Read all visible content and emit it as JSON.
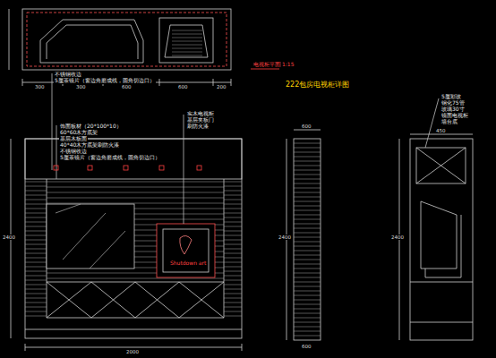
{
  "diagram": {
    "title": "222包房电视柜详图",
    "labels": [
      "电视柜平面图",
      "1:15",
      "不锈钢收边",
      "5厘茶镜片（窗边角磨成线，圆角切边口）",
      "饰面板材（20*100*10）",
      "60*60木方底架",
      "基层木板面",
      "40*40木方底架刷防火漆",
      "不锈钢收边",
      "5厘茶镜片（窗边角磨成线，圆角切边口）",
      "实木电视柜",
      "基层夹板门",
      "刷防火漆",
      "5厘彩玻",
      "钢化75管",
      "玻璃30寸",
      "镜面电视柜",
      "墙台底",
      "Shutdown art",
      "300",
      "300",
      "600",
      "600",
      "200",
      "600",
      "2000",
      "2400",
      "600",
      "2400",
      "450",
      "2400"
    ]
  }
}
